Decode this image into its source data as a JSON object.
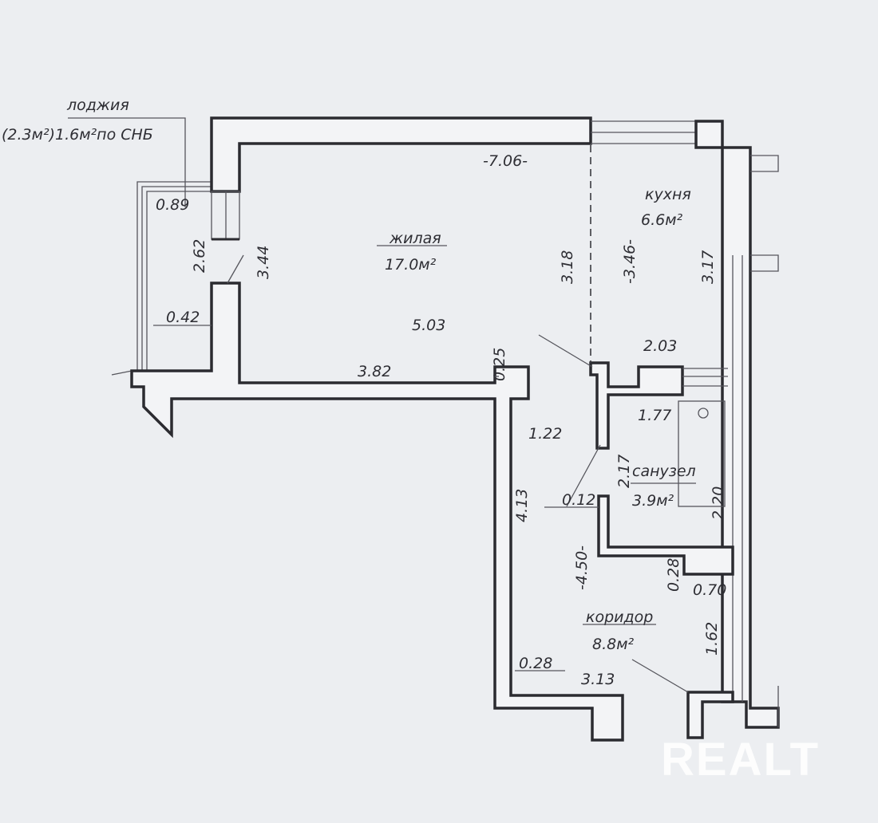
{
  "loggia": {
    "label": "лоджия",
    "area": "(2.3м²)1.6м²по СНБ"
  },
  "rooms": {
    "living": {
      "label": "жилая",
      "area": "17.0м²"
    },
    "kitchen": {
      "label": "кухня",
      "area": "6.6м²"
    },
    "bathroom": {
      "label": "санузел",
      "area": "3.9м²"
    },
    "corridor": {
      "label": "коридор",
      "area": "8.8м²"
    }
  },
  "dims": {
    "top_width": "-7.06-",
    "loggia_089": "0.89",
    "window_262": "2.62",
    "door_344": "3.44",
    "wall_042": "0.42",
    "living_503": "5.03",
    "living_318": "3.18",
    "kitchen_346": "-3.46-",
    "kitchen_317": "3.17",
    "kitchen_203": "2.03",
    "living_382": "3.82",
    "wall_025": "0.25",
    "bath_177": "1.77",
    "corr_122": "1.22",
    "bath_217": "2.17",
    "bath_220": "2.20",
    "wall_012": "0.12",
    "corr_413": "4.13",
    "corr_450": "-4.50-",
    "wall_028a": "0.28",
    "niche_070": "0.70",
    "corr_162": "1.62",
    "wall_028b": "0.28",
    "corr_313": "3.13"
  },
  "watermark": "REALT"
}
